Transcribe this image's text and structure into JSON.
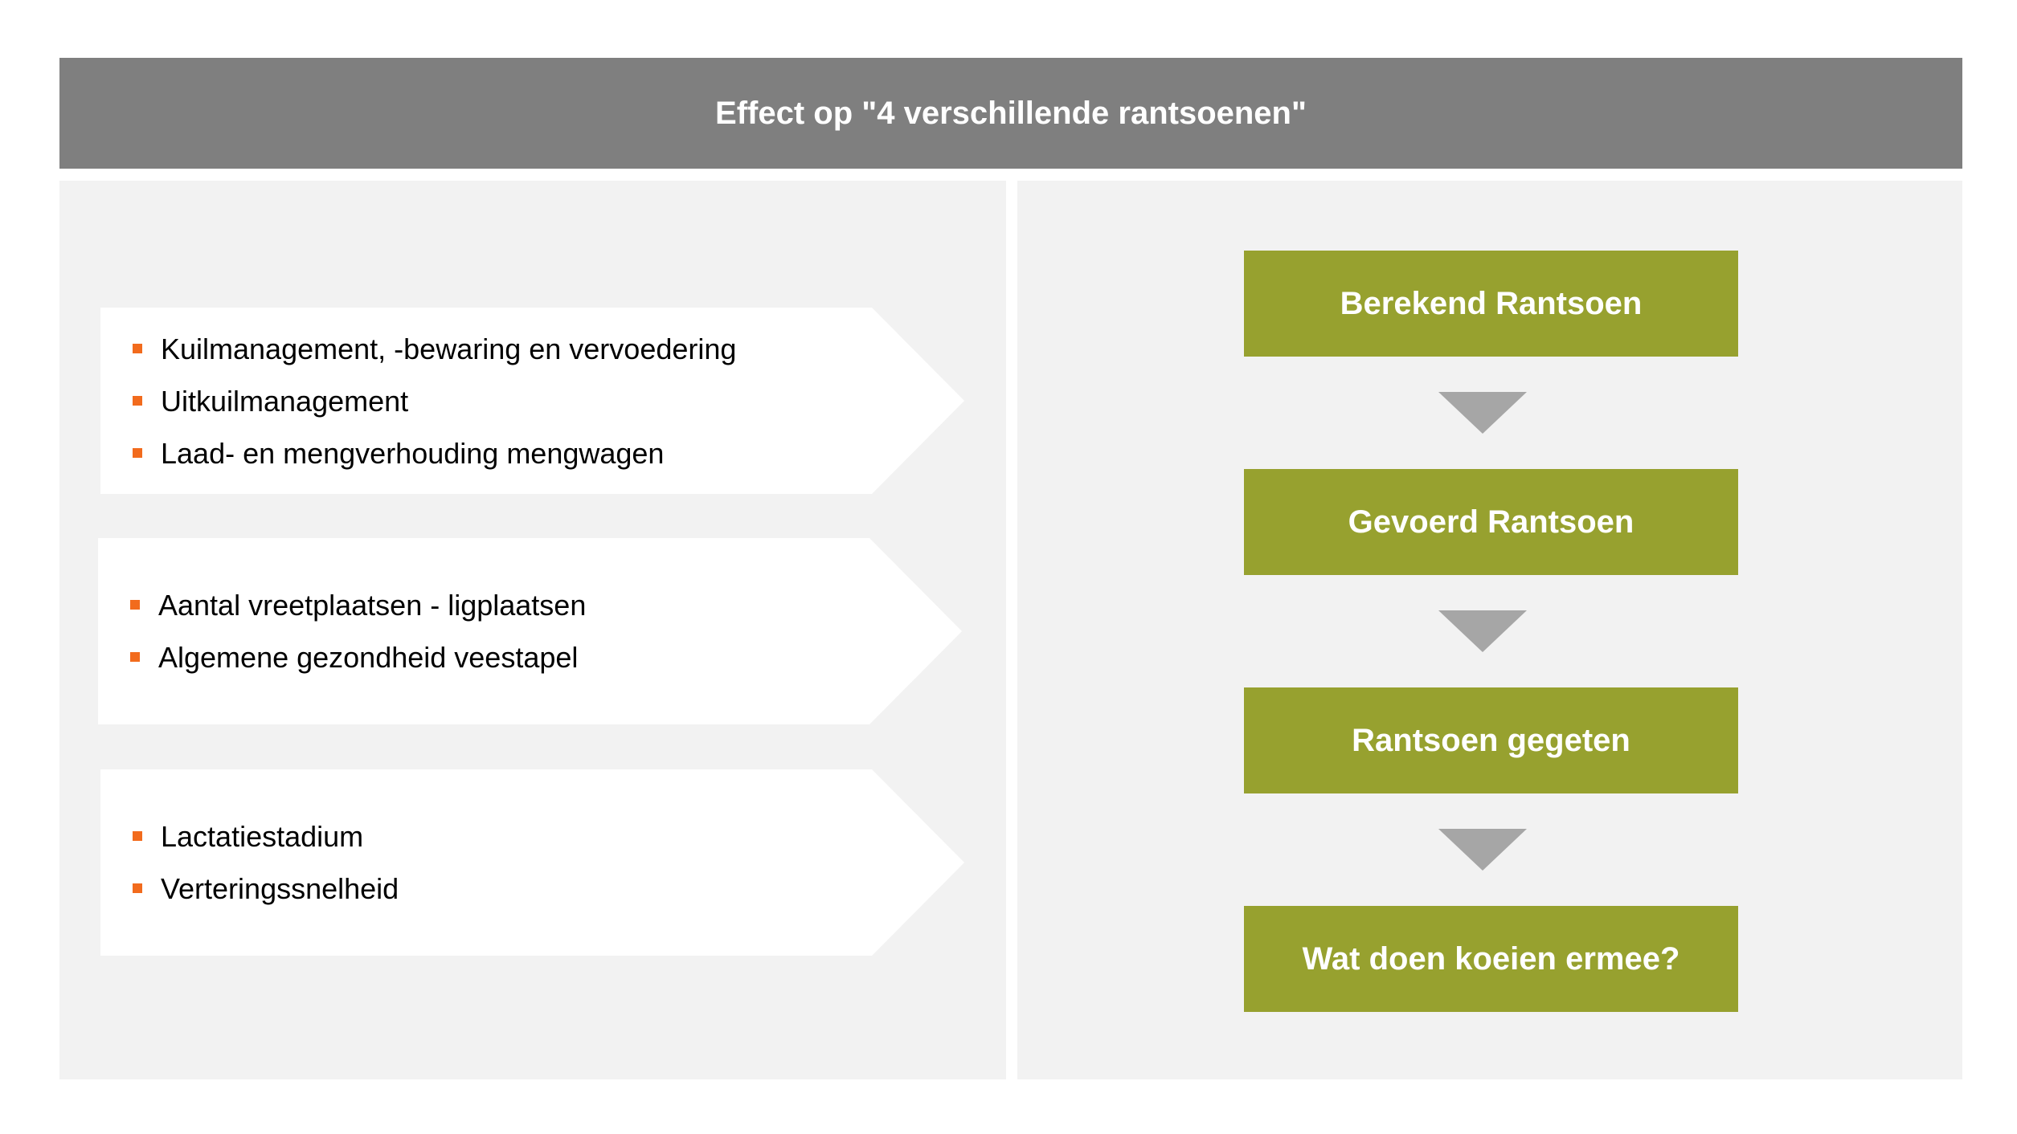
{
  "header": {
    "title": "Effect op \"4 verschillende rantsoenen\""
  },
  "factor_groups": [
    {
      "items": [
        "Kuilmanagement, -bewaring en vervoedering",
        "Uitkuilmanagement",
        "Laad- en mengverhouding mengwagen"
      ]
    },
    {
      "items": [
        "Aantal vreetplaatsen - ligplaatsen",
        "Algemene gezondheid veestapel"
      ]
    },
    {
      "items": [
        "Lactatiestadium",
        "Verteringssnelheid"
      ]
    }
  ],
  "flow": {
    "steps": [
      "Berekend Rantsoen",
      "Gevoerd Rantsoen",
      "Rantsoen gegeten",
      "Wat doen koeien ermee?"
    ]
  },
  "colors": {
    "header_bg": "#7f7f7f",
    "panel_bg": "#f2f2f2",
    "step_bg": "#97a12f",
    "arrow": "#a6a6a6",
    "bullet": "#f26b1d"
  }
}
